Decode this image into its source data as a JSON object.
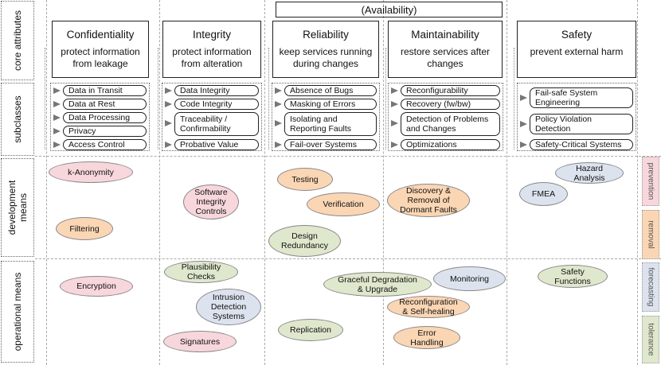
{
  "rows": {
    "core": "core attributes",
    "sub": "subclasses",
    "dev": "development\nmeans",
    "op": "operational means"
  },
  "availability": "(Availability)",
  "attributes": [
    {
      "title": "Confidentiality",
      "desc": "protect information\nfrom leakage"
    },
    {
      "title": "Integrity",
      "desc": "protect information\nfrom alteration"
    },
    {
      "title": "Reliability",
      "desc": "keep services running\nduring changes"
    },
    {
      "title": "Maintainability",
      "desc": "restore services after\nchanges"
    },
    {
      "title": "Safety",
      "desc": "prevent external harm"
    }
  ],
  "subclasses": {
    "confidentiality": [
      "Data in Transit",
      "Data at Rest",
      "Data Processing",
      "Privacy",
      "Access Control"
    ],
    "integrity": [
      "Data Integrity",
      "Code Integrity",
      "Traceability /\nConfirmability",
      "Probative Value"
    ],
    "reliability": [
      "Absence of Bugs",
      "Masking of Errors",
      "Isolating and\nReporting Faults",
      "Fail-over Systems"
    ],
    "maintainability": [
      "Reconfigurability",
      "Recovery (fw/bw)",
      "Detection of Problems\nand Changes",
      "Optimizations"
    ],
    "safety": [
      "Fail-safe System\nEngineering",
      "Policy Violation\nDetection",
      "Safety-Critical Systems"
    ]
  },
  "means": {
    "k_anonymity": "k-Anonymity",
    "filtering": "Filtering",
    "software_integrity": "Software\nIntegrity\nControls",
    "testing": "Testing",
    "verification": "Verification",
    "design_redundancy": "Design\nRedundancy",
    "discovery": "Discovery &\nRemoval of\nDormant Faults",
    "hazard": "Hazard\nAnalysis",
    "fmea": "FMEA",
    "encryption": "Encryption",
    "plausibility": "Plausibility\nChecks",
    "intrusion": "Intrusion\nDetection\nSystems",
    "signatures": "Signatures",
    "graceful": "Graceful Degradation\n& Upgrade",
    "monitoring": "Monitoring",
    "reconfiguration": "Reconfiguration\n& Self-healing",
    "replication": "Replication",
    "error_handling": "Error\nHandling",
    "safety_functions": "Safety\nFunctions"
  },
  "legend": [
    "prevention",
    "removal",
    "forecasting",
    "tolerance"
  ],
  "colors": {
    "prevention": "#f8d7dc",
    "removal": "#fbd6b4",
    "forecasting": "#dde3ee",
    "tolerance": "#dfe8cd"
  }
}
